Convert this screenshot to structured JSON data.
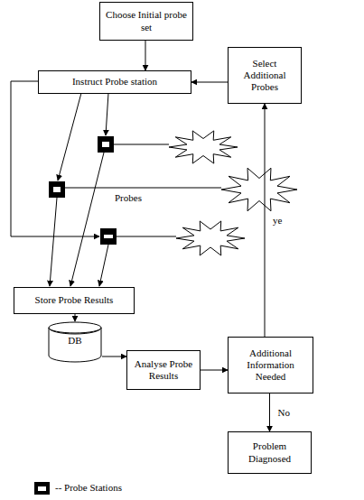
{
  "diagram": {
    "nodes": [
      {
        "text": [
          "Choose Initial probe set"
        ]
      },
      {
        "text": [
          "Instruct Probe station"
        ]
      },
      {
        "text": [
          "Select Additional Probes"
        ]
      },
      {
        "text": [
          "Store Probe Results"
        ]
      },
      {
        "text": [
          "DB"
        ]
      },
      {
        "text": [
          "Analyse Probe Results"
        ]
      },
      {
        "text": [
          "Additional Information Needed"
        ]
      },
      {
        "text": [
          "Problem Diagnosed"
        ]
      }
    ],
    "edges": [
      {
        "from": 0,
        "to": 1,
        "arrow": "to"
      },
      {
        "from": 2,
        "to": 1,
        "arrow": "to"
      },
      {
        "from": 3,
        "to": 4,
        "arrow": "to"
      },
      {
        "from": 4,
        "to": 5,
        "arrow": "to"
      },
      {
        "from": 5,
        "to": 6,
        "arrow": "to"
      },
      {
        "from": 6,
        "to": 7,
        "label": "No",
        "arrow": "to"
      },
      {
        "from": 6,
        "to": 2,
        "label": "ye",
        "arrow": "to"
      }
    ],
    "labels": [
      "Probes"
    ],
    "legend": [
      {
        "text": "-- Probe Stations"
      }
    ]
  }
}
